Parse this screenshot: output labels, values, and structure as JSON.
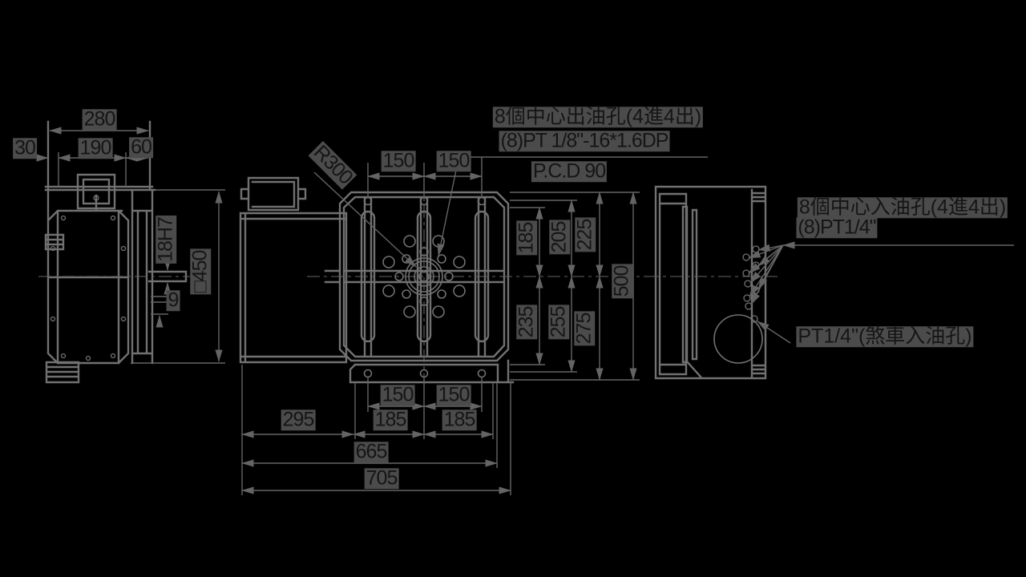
{
  "colors": {
    "background": "#000000",
    "line": "#717171",
    "dim_line": "#646464",
    "text": "#151515",
    "text_bg": "#4b4b4b"
  },
  "drawing": {
    "front_view": {
      "dims": {
        "width": "280",
        "offset_left": "30",
        "center_width": "190",
        "offset_right": "60",
        "bore": "18H7",
        "key_width": "9",
        "table_square": "□450"
      }
    },
    "plan_view": {
      "dims": {
        "corner_radius": "R300",
        "slot_pitch_top_left": "150",
        "slot_pitch_top_right": "150",
        "upper_1": "185",
        "upper_2": "205",
        "upper_3": "225",
        "lower_1": "235",
        "lower_2": "255",
        "lower_3": "275",
        "height": "500",
        "slot_pitch_bottom_left": "150",
        "slot_pitch_bottom_right": "150",
        "bottom_185_left": "185",
        "bottom_185_right": "185",
        "body_width": "295",
        "width_inner": "665",
        "width_total": "705"
      }
    },
    "annotations": {
      "center_oil_out": {
        "line1": "8個中心出油孔(4進4出)",
        "line2": "(8)PT 1/8\"-16*1.6DP",
        "line3": "P.C.D 90"
      },
      "center_oil_in": {
        "line1": "8個中心入油孔(4進4出)",
        "line2": "(8)PT1/4\""
      },
      "brake_oil_in": {
        "label": "PT1/4\"(煞車入油孔)"
      }
    }
  }
}
